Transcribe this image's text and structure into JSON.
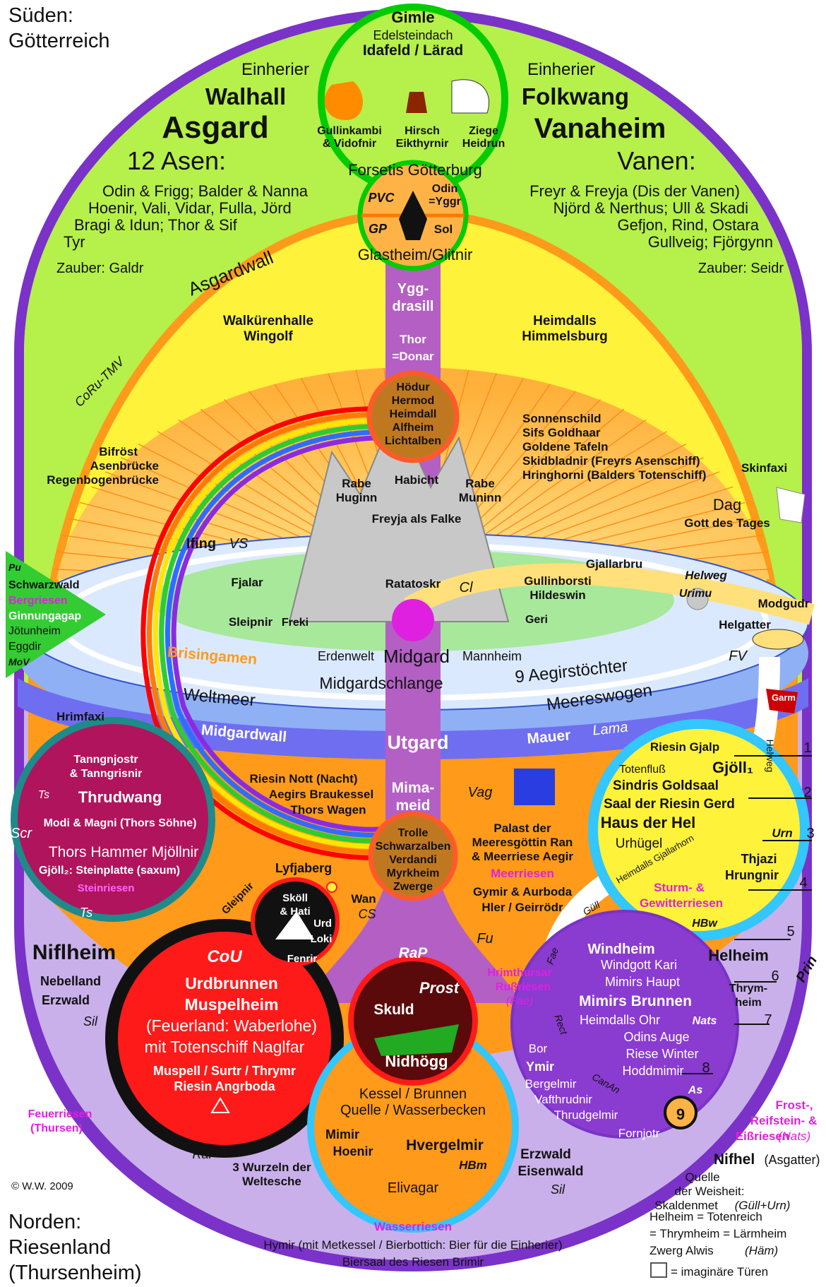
{
  "corners": {
    "south_line1": "Süden:",
    "south_line2": "Götterreich",
    "north_line1": "Norden:",
    "north_line2": "Riesenland",
    "north_line3": "(Thursenheim)",
    "copyright": "© W.W. 2009"
  },
  "top": {
    "gimle": "Gimle",
    "edelstein": "Edelsteindach",
    "idafeld": "Idafeld / Lärad",
    "gullinkambi": "Gullinkambi",
    "vidofnir": "& Vidofnir",
    "hirsch": "Hirsch",
    "eikthyrnir": "Eikthyrnir",
    "ziege": "Ziege",
    "heidrun": "Heidrun",
    "forsetis": "Forsetis Götterburg",
    "pvc": "PVC",
    "odin": "Odin",
    "yggr": "=Yggr",
    "gp": "GP",
    "sol": "Sol",
    "glastheim": "Glastheim/Glitnir"
  },
  "asgard": {
    "einherier": "Einherier",
    "walhall": "Walhall",
    "asgard": "Asgard",
    "asen": "12 Asen:",
    "l1": "Odin & Frigg;  Balder & Nanna",
    "l2": "Hoenir, Vali, Vidar, Fulla, Jörd",
    "l3": "Bragi & Idun;  Thor & Sif",
    "l4": "Tyr",
    "zauber": "Zauber: Galdr",
    "asgardwall": "Asgardwall",
    "walkueren1": "Walkürenhalle",
    "walkueren2": "Wingolf",
    "coru": "CoRu-TMV"
  },
  "vanaheim": {
    "einherier": "Einherier",
    "folkwang": "Folkwang",
    "vanaheim": "Vanaheim",
    "vanen": "Vanen:",
    "l1": "Freyr & Freyja (Dis der Vanen)",
    "l2": "Njörd & Nerthus;  Ull & Skadi",
    "l3": "Gefjon, Rind, Ostara",
    "l4": "Gullveig; Fjörgynn",
    "zauber": "Zauber: Seidr",
    "heimdall1": "Heimdalls",
    "heimdall2": "Himmelsburg"
  },
  "trunk": {
    "ygg1": "Ygg-",
    "ygg2": "drasill",
    "thor": "Thor",
    "donar": "=Donar",
    "hoedur": "Hödur",
    "hermod": "Hermod",
    "heimdall": "Heimdall",
    "alfheim": "Alfheim",
    "lichtalben": "Lichtalben"
  },
  "sky": {
    "bifroest": "Bifröst",
    "asenbruecke": "Asenbrücke",
    "regenbogen": "Regenbogenbrücke",
    "rabe1": "Rabe",
    "huginn": "Huginn",
    "habicht": "Habicht",
    "rabe2": "Rabe",
    "muninn": "Muninn",
    "freyja": "Freyja als Falke",
    "sonnenschild": "Sonnenschild",
    "sif": "Sifs Goldhaar",
    "tafeln": "Goldene Tafeln",
    "skidbladnir": "Skidbladnir (Freyrs Asenschiff)",
    "hringhorni": "Hringhorni (Balders Totenschiff)",
    "skinfaxi": "Skinfaxi",
    "dag": "Dag",
    "gott": "Gott des Tages"
  },
  "midgard": {
    "ifing": "Ifing",
    "vs": "VS",
    "fjalar": "Fjalar",
    "sleipnir": "Sleipnir",
    "freki": "Freki",
    "ratatoskr": "Ratatoskr",
    "cl": "Cl",
    "gullinborsti": "Gullinborsti",
    "hildeswin": "Hildeswin",
    "geri": "Geri",
    "erdenwelt": "Erdenwelt",
    "midgard": "Midgard",
    "mannheim": "Mannheim",
    "gjallarbru": "Gjallarbru",
    "helweg": "Helweg",
    "urimu": "Urimu",
    "modgudr": "Modgudr",
    "helgatter": "Helgatter",
    "fv": "FV",
    "brisingamen": "Brisingamen",
    "midgardschlange": "Midgardschlange",
    "aegirstoechter": "9 Aegirstöchter",
    "weltmeer": "Weltmeer",
    "meereswogen": "Meereswogen",
    "garm": "Garm"
  },
  "left_triangle": {
    "pu": "Pu",
    "schwarzwald": "Schwarzwald",
    "bergriesen": "Bergriesen",
    "ginnungagap": "Ginnungagap",
    "joetunheim": "Jötunheim",
    "eggdir": "Eggdir",
    "mov": "MoV"
  },
  "utgard": {
    "midgardwall": "Midgardwall",
    "utgard": "Utgard",
    "mauer": "Mauer",
    "lama": "Lama",
    "hrimfaxi": "Hrimfaxi",
    "nott": "Riesin Nott (Nacht)",
    "braukessel": "Aegirs Braukessel",
    "wagen": "Thors Wagen",
    "mima1": "Mima-",
    "mima2": "meid",
    "trolle": "Trolle",
    "schwarzalben": "Schwarzalben",
    "verdandi": "Verdandi",
    "myrkheim": "Myrkheim",
    "zwerge": "Zwerge",
    "vag": "Vag",
    "palast1": "Palast der",
    "palast2": "Meeresgöttin Ran",
    "palast3": "& Meerriese Aegir",
    "meerriesen": "Meerriesen",
    "gymir": "Gymir & Aurboda",
    "hler": "Hler / Geirrödr",
    "lyfjaberg": "Lyfjaberg",
    "gleipnir": "Gleipnir",
    "wan": "Wan",
    "cs": "CS",
    "fu": "Fu"
  },
  "thrudwang": {
    "tanngnjostr": "Tanngnjostr",
    "tanngrisnir": "& Tanngrisnir",
    "ts1": "Ts",
    "thrudwang": "Thrudwang",
    "modi": "Modi & Magni (Thors Söhne)",
    "scr": "Scr",
    "hammer": "Thors Hammer Mjöllnir",
    "gjoell": "Gjöll₂: Steinplatte (saxum)",
    "steinriesen": "Steinriesen",
    "ts2": "Ts"
  },
  "wolf": {
    "skoell": "Sköll",
    "hati": "& Hati",
    "urd": "Urd",
    "loki": "Loki",
    "fenrir": "Fenrir"
  },
  "hel": {
    "gjalp": "Riesin Gjalp",
    "totenfluss": "Totenfluß",
    "gjoell": "Gjöll₁",
    "sindris": "Sindris Goldsaal",
    "gerd": "Saal der Riesin Gerd",
    "haus": "Haus der Hel",
    "uhuegel": "Urhügel",
    "urn": "Urn",
    "thjazi": "Thjazi",
    "hrungnir": "Hrungnir",
    "sturm1": "Sturm- &",
    "sturm2": "Gewitterriesen",
    "hbw": "HBw",
    "helweg": "Helweg",
    "gjallarhorn": "Heimdalls Gjallarhorn",
    "guell": "Güll",
    "helheim": "Helheim",
    "thrym1": "Thrym-",
    "thrym2": "heim",
    "prin": "Prin",
    "n1": "1",
    "n2": "2",
    "n3": "3",
    "n4": "4",
    "n5": "5",
    "n6": "6",
    "n7": "7",
    "n8": "8"
  },
  "mimir": {
    "windheim": "Windheim",
    "kari": "Windgott Kari",
    "haupt": "Mimirs Haupt",
    "brunnen": "Mimirs Brunnen",
    "ohr": "Heimdalls Ohr",
    "nats": "Nats",
    "auge": "Odins Auge",
    "winter": "Riese Winter",
    "hoddmimir": "Hoddmimir",
    "as": "As",
    "bor": "Bor",
    "ymir": "Ymir",
    "bergelmir": "Bergelmir",
    "vafthrudnir": "Vafthrudnir",
    "thrudgelmir": "Thrudgelmir",
    "fornjotr": "Fornjotr",
    "nine": "9",
    "fae": "Fae",
    "rect": "Rect",
    "canan": "CanAn",
    "hrimthursar": "Hrimthursar",
    "russriesen": "Rußriesen",
    "fae2": "(Fae)"
  },
  "south": {
    "niflheim": "Niflheim",
    "nebelland": "Nebelland",
    "erzwald": "Erzwald",
    "sil": "Sil",
    "cou": "CoU",
    "urdbrunnen": "Urdbrunnen",
    "muspelheim": "Muspelheim",
    "feuerland": "(Feuerland: Waberlohe)",
    "totenschiff": "mit Totenschiff Naglfar",
    "muspell": "Muspell / Surtr / Thrymr",
    "angrboda": "Riesin Angrboda",
    "feuerriesen1": "Feuerriesen",
    "feuerriesen2": "(Thursen)",
    "rap1": "RaP",
    "rap2": "RaP",
    "wurzeln1": "3 Wurzeln der",
    "wurzeln2": "Weltesche",
    "prost": "Prost",
    "skuld": "Skuld",
    "nidhoegg": "Nidhögg",
    "kessel": "Kessel / Brunnen",
    "quelle": "Quelle / Wasserbecken",
    "mimir": "Mimir",
    "hoenir": "Hoenir",
    "hvergelmir": "Hvergelmir",
    "hbm": "HBm",
    "elivagar": "Elivagar",
    "erzwald2": "Erzwald",
    "eisenwald": "Eisenwald",
    "sil2": "Sil"
  },
  "right_bottom": {
    "frost1": "Frost-,",
    "frost2": "Reifstein- &",
    "frost3": "Eißriesen",
    "nats": "(Nats)",
    "nifhel": "Nifhel",
    "asgatter": "(Asgatter)",
    "quelle1": "Quelle",
    "quelle2": "der Weisheit:",
    "skaldenmet": "Skaldenmet",
    "guellurn": "(Güll+Urn)"
  },
  "footer": {
    "wasserriesen": "Wasserriesen",
    "hymir": "Hymir (mit Metkessel / Bierbottich: Bier für die Einherier)",
    "biersaal": "Biersaal des Riesen Brimir",
    "legend1": "Helheim = Totenreich",
    "legend2": "= Thrymheim = Lärmheim",
    "legend3": "Zwerg Alwis",
    "haem": "(Häm)",
    "legend4": "= imaginäre Türen"
  },
  "colors": {
    "green_zone": "#b6f04a",
    "yellow_zone": "#fff23a",
    "orange_zone": "#ff9a1a",
    "purple_zone": "#7a32c8",
    "lilac_zone": "#c9b0ea",
    "ocean": "#8fb0f5",
    "trunk": "#b45fc4",
    "black_text": "#111111"
  }
}
